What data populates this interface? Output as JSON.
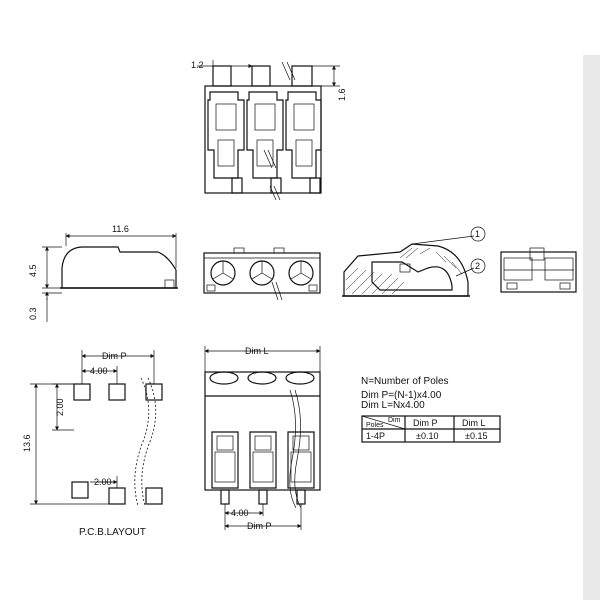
{
  "dimensions": {
    "pin_width": "1.2",
    "pin_protrusion": "1.6",
    "length": "11.6",
    "height": "4.5",
    "standoff": "0.3",
    "pitch_top": "4.00",
    "pitch_bottom": "4.00",
    "pad_offset_top": "2.00",
    "pad_offset_bottom": "2.00",
    "pcb_span": "13.6",
    "dim_p_top": "Dim  P",
    "dim_p_bottom": "Dim  P",
    "dim_l": "Dim  L"
  },
  "callouts": {
    "c1": "1",
    "c2": "2"
  },
  "layout_label": "P.C.B.LAYOUT",
  "notes": {
    "line1": "N=Number  of  Poles",
    "line2": "Dim  P=(N-1)x4.00",
    "line3": "Dim  L=Nx4.00"
  },
  "table": {
    "corner_poles": "Poles",
    "corner_dim": "Dim",
    "header_p": "Dim  P",
    "header_l": "Dim  L",
    "row_poles": "1-4P",
    "row_p": "±0.10",
    "row_l": "±0.15"
  }
}
